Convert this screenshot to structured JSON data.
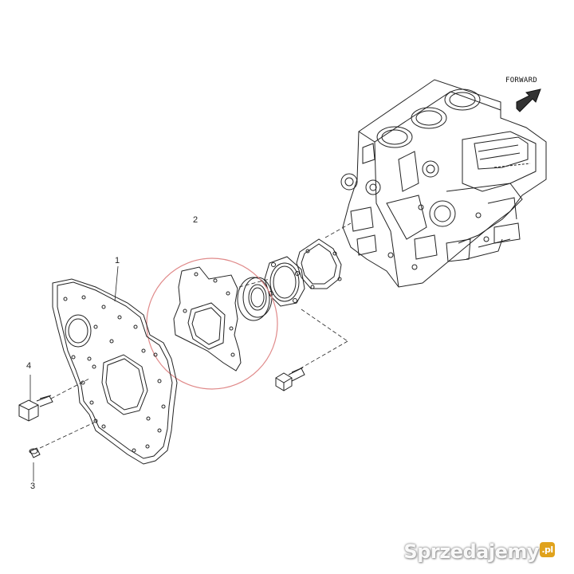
{
  "callouts": {
    "c1": "1",
    "c2": "2",
    "c3": "3",
    "c4": "4"
  },
  "forward_label": "FORWARD",
  "watermark": {
    "text": "Sprzedajemy",
    "badge": ".pl"
  },
  "colors": {
    "line": "#222222",
    "highlight_circle": "#e08a8a",
    "badge": "#e0a21c"
  },
  "icons": {
    "forward_arrow": "forward-arrow-icon"
  }
}
